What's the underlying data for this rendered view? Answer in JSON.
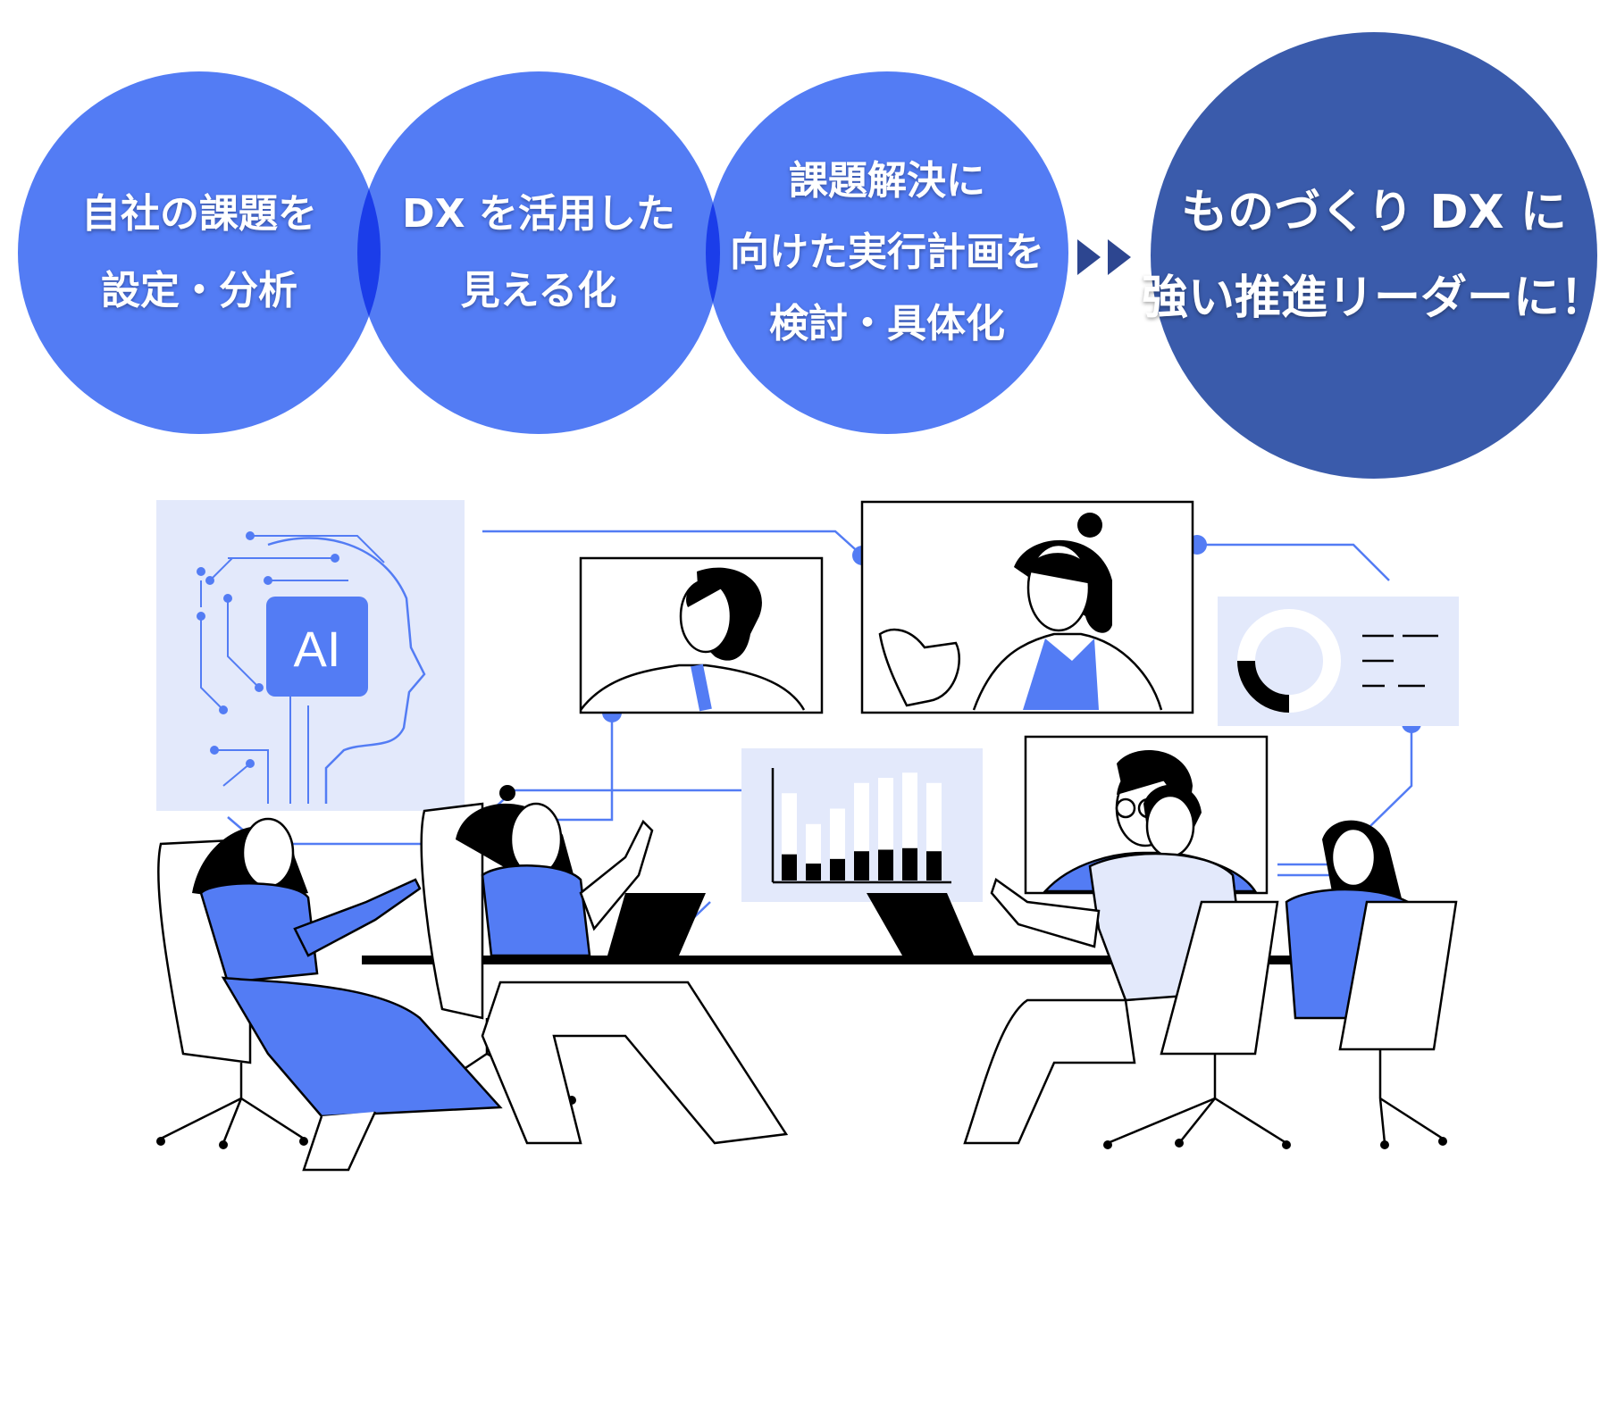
{
  "steps": [
    {
      "lines": [
        "自社の課題を",
        "設定・分析"
      ]
    },
    {
      "lines": [
        "DX を活用した",
        "見える化"
      ]
    },
    {
      "lines": [
        "課題解決に",
        "向けた実行計画を",
        "検討・具体化"
      ]
    }
  ],
  "goal": {
    "lines": [
      "ものづくり DX に",
      "強い推進リーダーに！"
    ]
  },
  "illustration": {
    "ai_label": "AI",
    "bar_chart": {
      "values": [
        0.85,
        0.55,
        0.7,
        0.95,
        1.0,
        1.05,
        0.95
      ],
      "dark_share": 0.3
    }
  },
  "colors": {
    "accent": "#537cf4",
    "dark": "#3a5bab",
    "light_panel": "#e3e9fb",
    "ink": "#000000"
  }
}
